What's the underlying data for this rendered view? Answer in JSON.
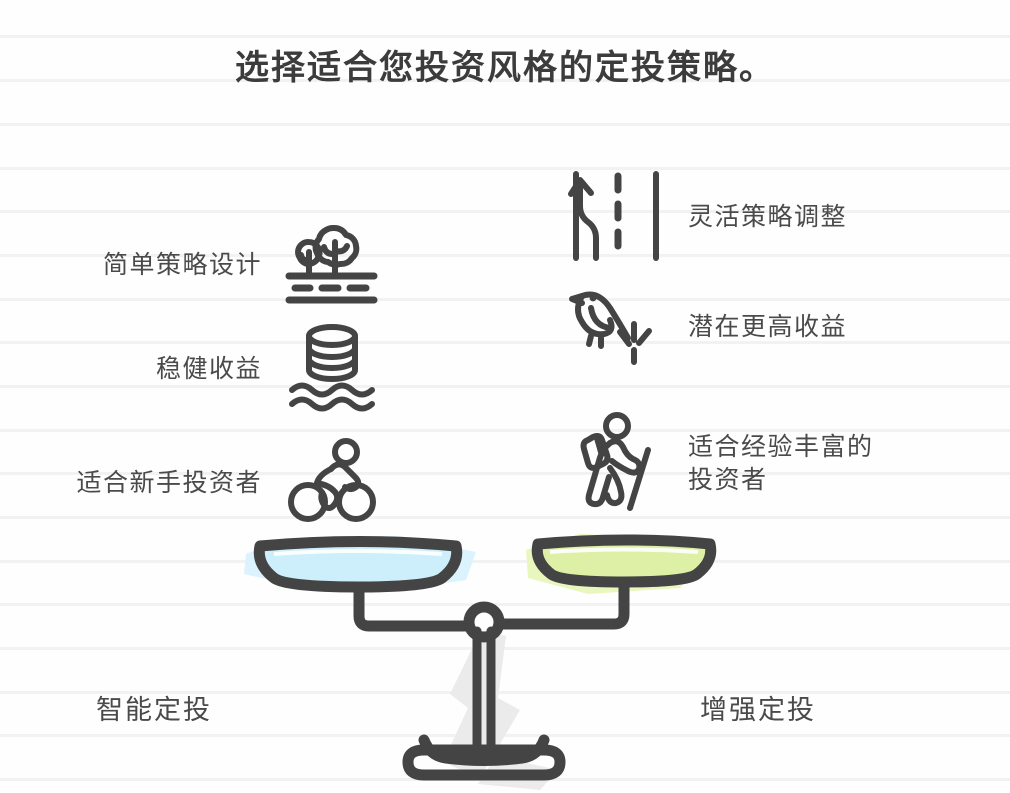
{
  "page": {
    "title": "选择适合您投资风格的定投策略。",
    "background_color": "#fefefe",
    "rule_line_color": "#f2f2f3",
    "ink_color": "#444444"
  },
  "left_side": {
    "caption": "智能定投",
    "pan_color": "#cdeefb",
    "pan_splash_color": "#d9f2fc",
    "features": [
      {
        "label": "简单策略设计",
        "icon": "trees-road-icon"
      },
      {
        "label": "稳健收益",
        "icon": "coin-stack-water-icon"
      },
      {
        "label": "适合新手投资者",
        "icon": "cyclist-icon"
      }
    ]
  },
  "right_side": {
    "caption": "增强定投",
    "pan_color": "#ddf0a6",
    "pan_splash_color": "#e6f5b8",
    "features": [
      {
        "label": "灵活策略调整",
        "icon": "lane-change-icon"
      },
      {
        "label": "潜在更高收益",
        "icon": "bird-icon"
      },
      {
        "label": "适合经验丰富的\n投资者",
        "icon": "hiker-icon"
      }
    ]
  },
  "scale": {
    "name": "balance-scale",
    "shadow_color": "#ebebeb"
  },
  "rule_lines_y": [
    35,
    79,
    123,
    167,
    210,
    254,
    298,
    341,
    385,
    429,
    472,
    516,
    560,
    603,
    647,
    691,
    734,
    778
  ]
}
